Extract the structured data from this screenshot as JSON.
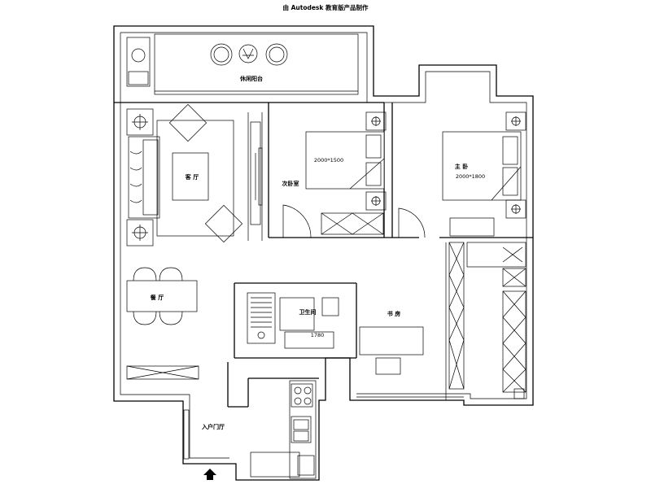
{
  "header": "由 Autodesk 教育版产品制作",
  "rooms": {
    "balcony": "休闲阳台",
    "living": "客 厅",
    "second_bedroom": "次卧室",
    "second_bed_size": "2000*1500",
    "master_bedroom": "主 卧",
    "master_bed_size": "2000*1800",
    "dining": "餐 厅",
    "bathroom": "卫生间",
    "bath_dimension": "1780",
    "study": "书 房",
    "entrance": "入户门厅"
  }
}
